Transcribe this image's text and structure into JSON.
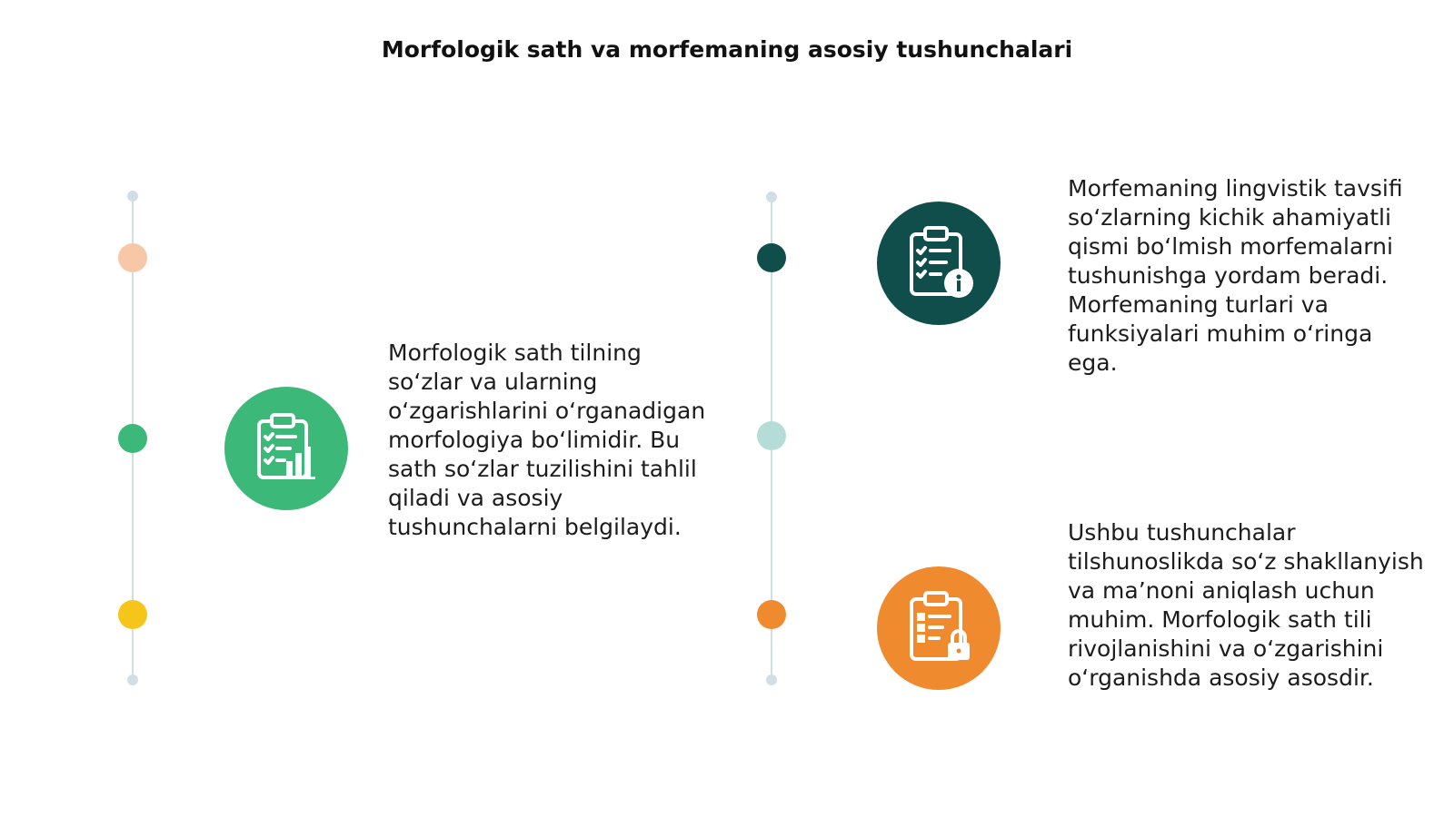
{
  "title": "Morfologik sath va morfemaning asosiy tushunchalari",
  "colors": {
    "green": "#3cb878",
    "dark_teal": "#0f4e4b",
    "orange": "#f08a2e",
    "peach": "#f8c7a7",
    "yellow": "#f6c51a",
    "mint": "#b4ddd8",
    "end_dot": "#cfe0e4",
    "line": "#cfe0e4"
  },
  "items": [
    {
      "id": "morfologik-sath",
      "icon": "clipboard-chart-icon",
      "text": "Morfologik sath tilning so‘zlar va ularning o‘zgarishlarini o‘rganadigan morfologiya bo‘limidir. Bu sath so‘zlar tuzilishini tahlil qiladi va asosiy tushunchalarni belgilaydi."
    },
    {
      "id": "morfema-tavsifi",
      "icon": "clipboard-info-icon",
      "text": "Morfemaning lingvistik tavsifi so‘zlarning kichik ahamiyatli qismi bo‘lmish morfemalarni tushunishga yordam beradi. Morfemaning turlari va funksiyalari muhim o‘ringa ega."
    },
    {
      "id": "tushunchalar-ahamiyati",
      "icon": "clipboard-lock-icon",
      "text": "Ushbu tushunchalar tilshunoslikda so‘z shakllanyish va ma’noni aniqlash uchun muhim. Morfologik sath tili rivojlanishini va o‘zgarishini o‘rganishda asosiy asosdir."
    }
  ]
}
